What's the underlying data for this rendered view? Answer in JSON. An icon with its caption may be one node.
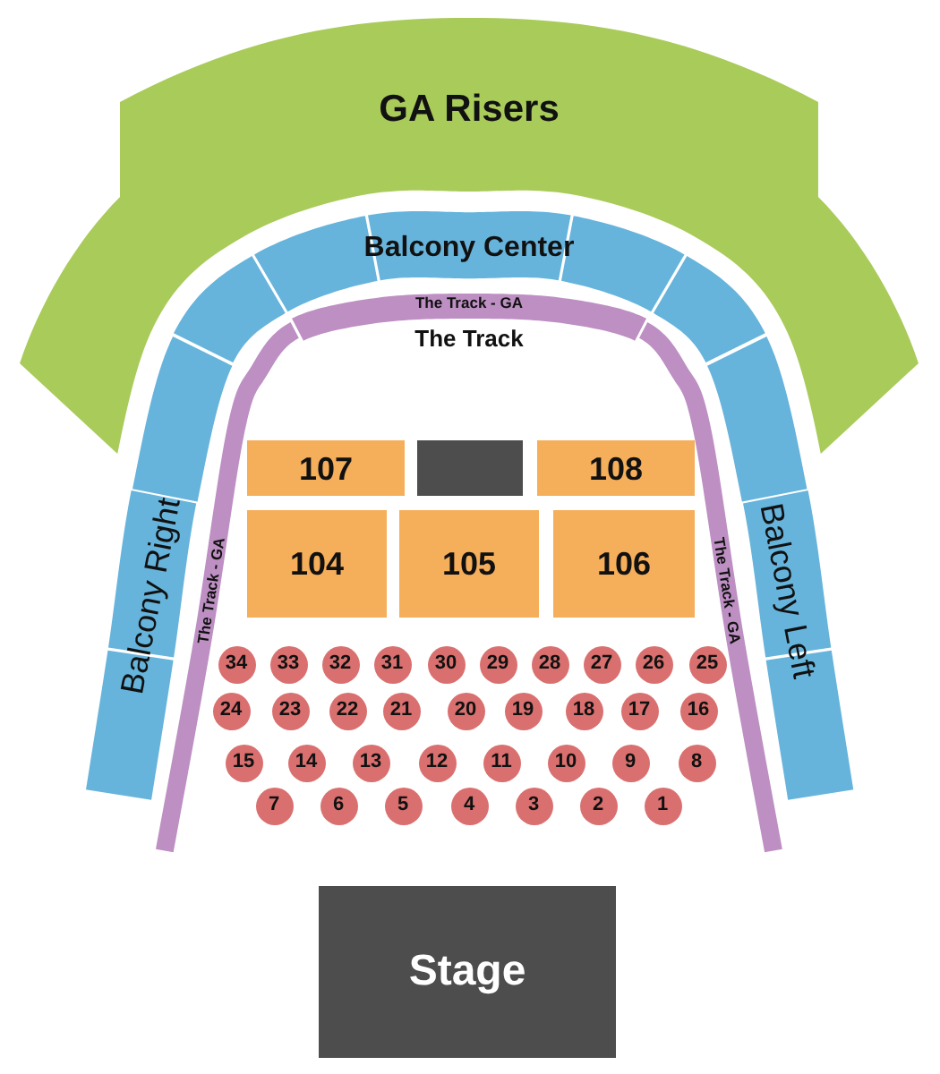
{
  "diagram": {
    "nodes": [
      {
        "text": [
          "GA Risers"
        ]
      },
      {
        "text": [
          "Balcony Center"
        ]
      },
      {
        "text": [],
        "shape": "band"
      },
      {
        "text": [],
        "shape": "band"
      },
      {
        "text": [
          "The Track - GA"
        ]
      },
      {
        "text": [],
        "shape": "band"
      },
      {
        "text": [],
        "shape": "band"
      },
      {
        "text": [
          "Balcony Right"
        ]
      },
      {
        "text": [
          "The Track - GA"
        ]
      },
      {
        "text": [
          "107"
        ]
      },
      {
        "text": [],
        "shape": "box"
      },
      {
        "text": [
          "108"
        ]
      },
      {
        "text": [
          "104"
        ]
      },
      {
        "text": [
          "105"
        ]
      },
      {
        "text": [
          "106"
        ]
      },
      {
        "text": [
          "The Track - GA"
        ]
      },
      {
        "text": [
          "Balcony Left"
        ]
      },
      {
        "text": [
          "34"
        ]
      },
      {
        "text": [
          "33"
        ]
      },
      {
        "text": [
          "32"
        ]
      },
      {
        "text": [
          "31"
        ]
      },
      {
        "text": [
          "30"
        ]
      },
      {
        "text": [
          "29"
        ]
      },
      {
        "text": [
          "28"
        ]
      },
      {
        "text": [
          "27"
        ]
      },
      {
        "text": [
          "26"
        ]
      },
      {
        "text": [
          "25"
        ]
      },
      {
        "text": [
          "24"
        ]
      },
      {
        "text": [
          "23"
        ]
      },
      {
        "text": [
          "22"
        ]
      },
      {
        "text": [
          "21"
        ]
      },
      {
        "text": [
          "20"
        ]
      },
      {
        "text": [
          "19"
        ]
      },
      {
        "text": [
          "18"
        ]
      },
      {
        "text": [
          "17"
        ]
      },
      {
        "text": [
          "16"
        ]
      },
      {
        "text": [
          "15"
        ]
      },
      {
        "text": [
          "14"
        ]
      },
      {
        "text": [
          "13"
        ]
      },
      {
        "text": [
          "12"
        ]
      },
      {
        "text": [
          "11"
        ]
      },
      {
        "text": [
          "10"
        ]
      },
      {
        "text": [
          "9"
        ]
      },
      {
        "text": [
          "8"
        ]
      },
      {
        "text": [
          "7"
        ]
      },
      {
        "text": [
          "6"
        ]
      },
      {
        "text": [
          "5"
        ]
      },
      {
        "text": [
          "4"
        ]
      },
      {
        "text": [
          "3"
        ]
      },
      {
        "text": [
          "2"
        ]
      },
      {
        "text": [
          "1"
        ]
      },
      {
        "text": [
          "Stage"
        ]
      }
    ],
    "labels": [
      "The Track"
    ]
  }
}
